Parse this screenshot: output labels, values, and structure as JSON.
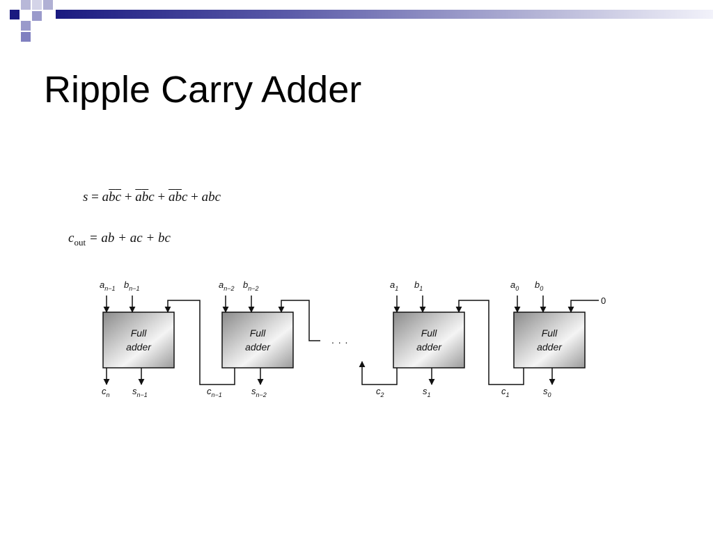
{
  "slide": {
    "title": "Ripple Carry Adder"
  },
  "theme": {
    "band_dark": "#1a1a80",
    "band_light": "#b8b8d8",
    "box_fill_dark": "#8a8a8a",
    "box_fill_light": "#f4f4f4"
  },
  "equations": {
    "sum": {
      "lhs": "s",
      "eq": " = ",
      "t1": [
        "a",
        "b",
        "c"
      ],
      "t1_over": [
        false,
        true,
        true
      ],
      "t2": [
        "a",
        "b",
        "c"
      ],
      "t2_over": [
        true,
        true,
        false
      ],
      "t3": [
        "a",
        "b",
        "c"
      ],
      "t3_over": [
        true,
        true,
        false
      ],
      "t4": "abc",
      "plus": " + "
    },
    "cout": {
      "lhs": "c",
      "lhs_sub": "out",
      "rhs": " = ab + ac + bc"
    }
  },
  "diagram": {
    "block_label_line1": "Full",
    "block_label_line2": "adder",
    "ellipsis": ". . .",
    "carry_in_value": "0",
    "blocks": [
      {
        "a": "a",
        "a_sub": "n−1",
        "b": "b",
        "b_sub": "n−1",
        "cout": "c",
        "cout_sub": "n",
        "s": "s",
        "s_sub": "n−1"
      },
      {
        "a": "a",
        "a_sub": "n−2",
        "b": "b",
        "b_sub": "n−2",
        "cout": "c",
        "cout_sub": "n−1",
        "s": "s",
        "s_sub": "n−2"
      },
      {
        "a": "a",
        "a_sub": "1",
        "b": "b",
        "b_sub": "1",
        "cout": "c",
        "cout_sub": "2",
        "s": "s",
        "s_sub": "1"
      },
      {
        "a": "a",
        "a_sub": "0",
        "b": "b",
        "b_sub": "0",
        "cout": "c",
        "cout_sub": "1",
        "s": "s",
        "s_sub": "0"
      }
    ]
  }
}
